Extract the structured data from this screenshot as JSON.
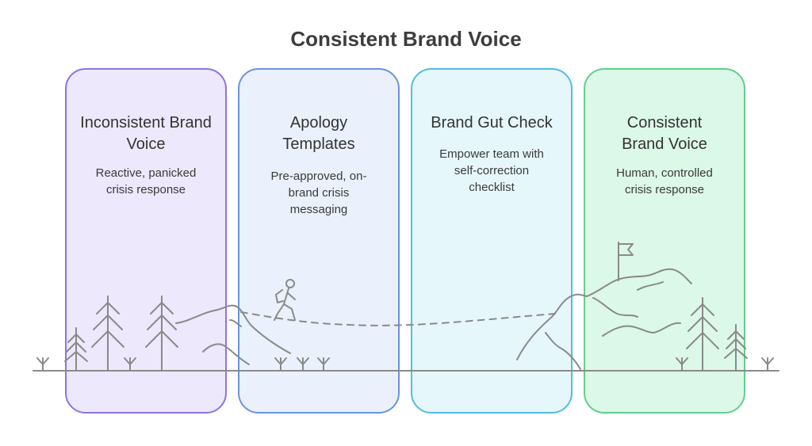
{
  "title": "Consistent Brand Voice",
  "panels": [
    {
      "heading": "Inconsistent Brand Voice",
      "description": "Reactive, panicked crisis response",
      "fill": "#ede8fb",
      "border": "#8f72e0"
    },
    {
      "heading": "Apology Templates",
      "description": "Pre-approved, on-brand crisis messaging",
      "fill": "#eaf1fc",
      "border": "#6b93dc"
    },
    {
      "heading": "Brand Gut Check",
      "description": "Empower team with self-correction checklist",
      "fill": "#e6f7fc",
      "border": "#52bde0"
    },
    {
      "heading": "Consistent Brand Voice",
      "description": "Human, controlled crisis response",
      "fill": "#dcf8e8",
      "border": "#5fd08c"
    }
  ],
  "colors": {
    "line": "#8a8a8a",
    "title": "#3d3d3d"
  }
}
